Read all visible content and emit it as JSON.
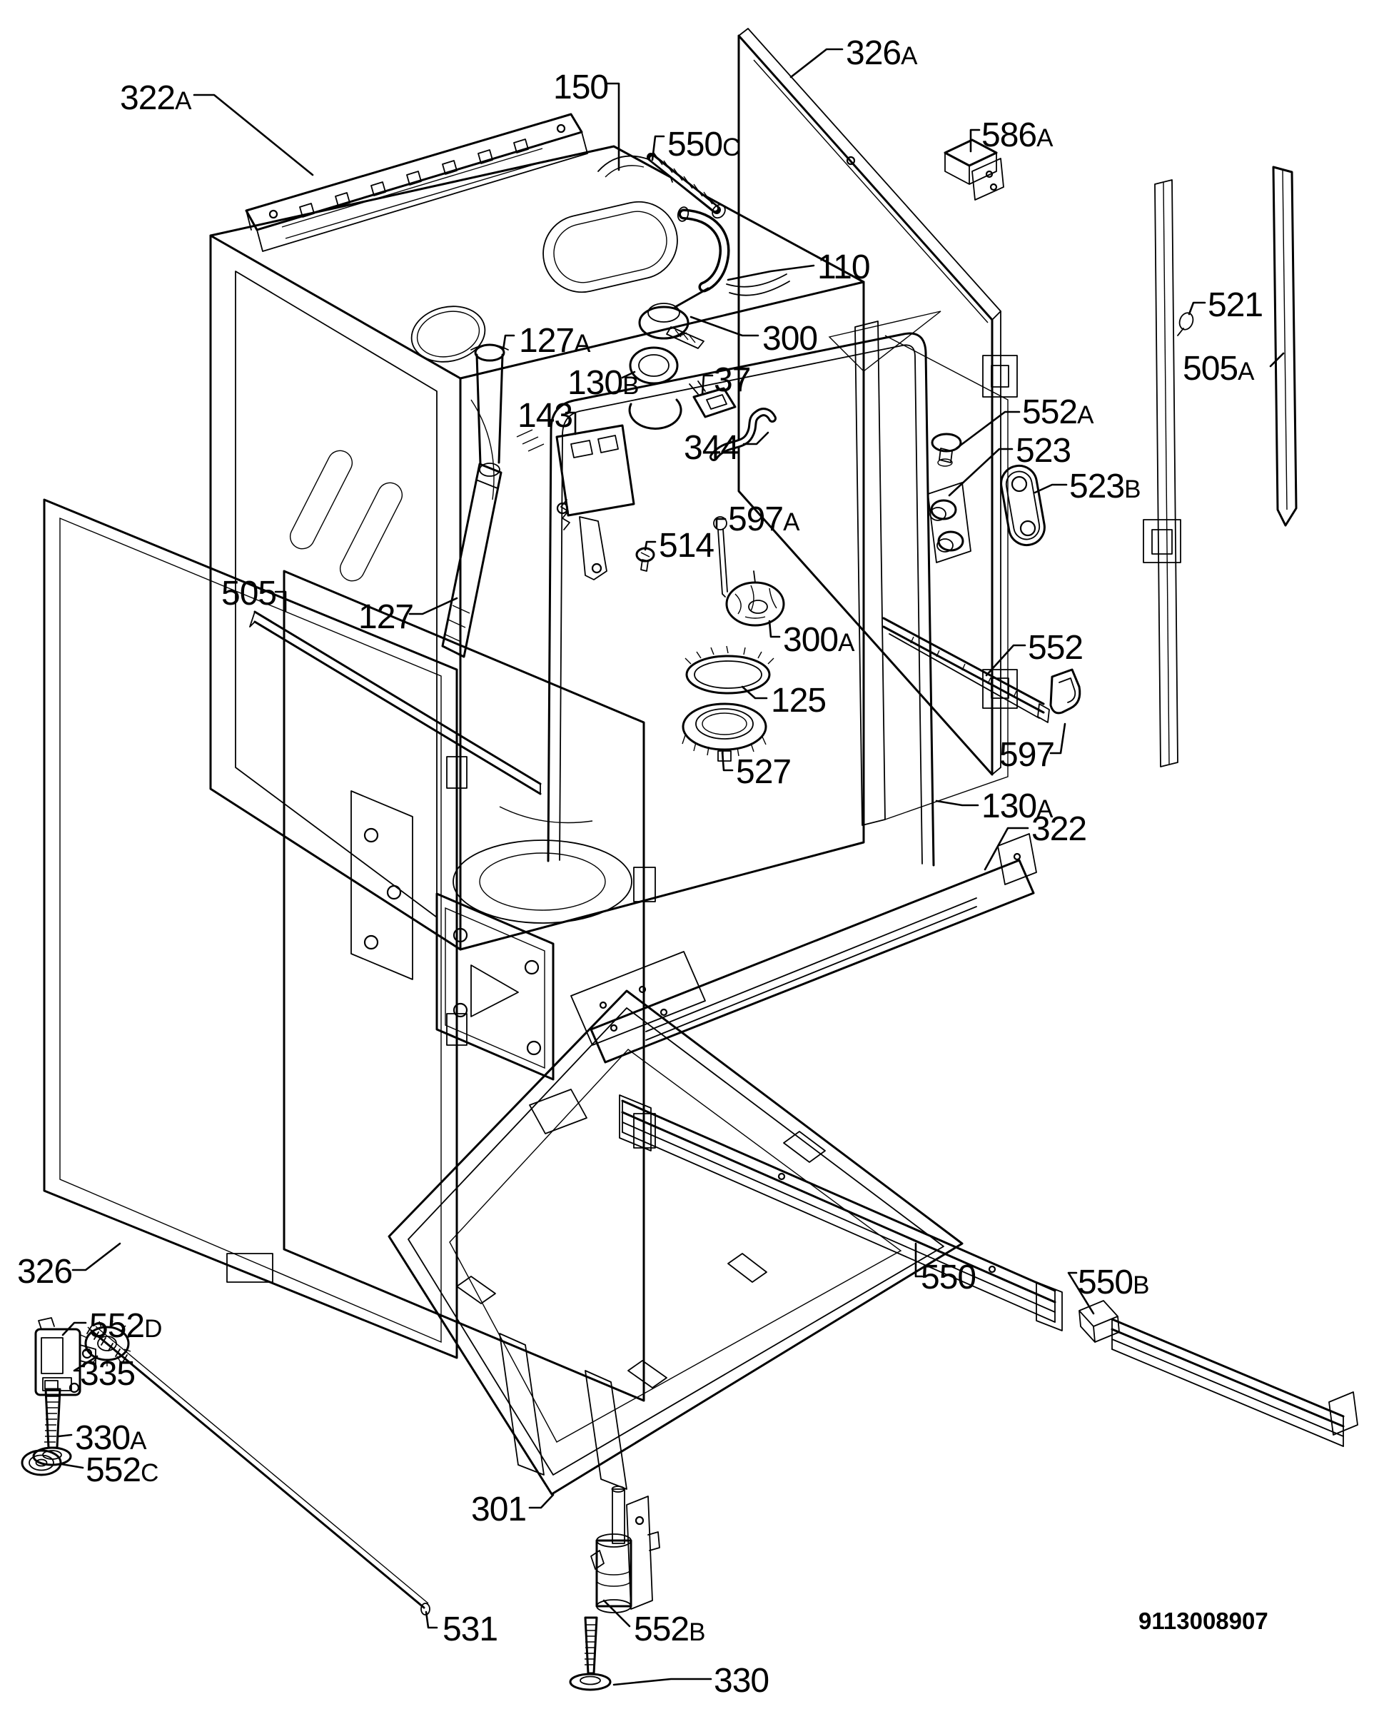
{
  "page": {
    "background_color": "#ffffff",
    "line_color": "#000000",
    "doc_number": "9113008907"
  },
  "labels": {
    "150": {
      "num": "150",
      "sfx": ""
    },
    "322A": {
      "num": "322",
      "sfx": "A"
    },
    "550C": {
      "num": "550",
      "sfx": "C"
    },
    "326A": {
      "num": "326",
      "sfx": "A"
    },
    "586A": {
      "num": "586",
      "sfx": "A"
    },
    "110": {
      "num": "110",
      "sfx": ""
    },
    "300": {
      "num": "300",
      "sfx": ""
    },
    "127A": {
      "num": "127",
      "sfx": "A"
    },
    "130B": {
      "num": "130",
      "sfx": "B"
    },
    "37": {
      "num": "37",
      "sfx": ""
    },
    "143": {
      "num": "143",
      "sfx": ""
    },
    "344": {
      "num": "344",
      "sfx": ""
    },
    "521": {
      "num": "521",
      "sfx": ""
    },
    "505A": {
      "num": "505",
      "sfx": "A"
    },
    "552A": {
      "num": "552",
      "sfx": "A"
    },
    "523": {
      "num": "523",
      "sfx": ""
    },
    "523B": {
      "num": "523",
      "sfx": "B"
    },
    "597A": {
      "num": "597",
      "sfx": "A"
    },
    "514": {
      "num": "514",
      "sfx": ""
    },
    "505": {
      "num": "505",
      "sfx": ""
    },
    "127": {
      "num": "127",
      "sfx": ""
    },
    "300A": {
      "num": "300",
      "sfx": "A"
    },
    "125": {
      "num": "125",
      "sfx": ""
    },
    "527": {
      "num": "527",
      "sfx": ""
    },
    "552": {
      "num": "552",
      "sfx": ""
    },
    "597": {
      "num": "597",
      "sfx": ""
    },
    "130A": {
      "num": "130",
      "sfx": "A"
    },
    "322": {
      "num": "322",
      "sfx": ""
    },
    "326": {
      "num": "326",
      "sfx": ""
    },
    "552D": {
      "num": "552",
      "sfx": "D"
    },
    "335": {
      "num": "335",
      "sfx": ""
    },
    "330A": {
      "num": "330",
      "sfx": "A"
    },
    "552C": {
      "num": "552",
      "sfx": "C"
    },
    "301": {
      "num": "301",
      "sfx": ""
    },
    "531": {
      "num": "531",
      "sfx": ""
    },
    "552B": {
      "num": "552",
      "sfx": "B"
    },
    "330": {
      "num": "330",
      "sfx": ""
    },
    "550": {
      "num": "550",
      "sfx": ""
    },
    "550B": {
      "num": "550",
      "sfx": "B"
    }
  }
}
